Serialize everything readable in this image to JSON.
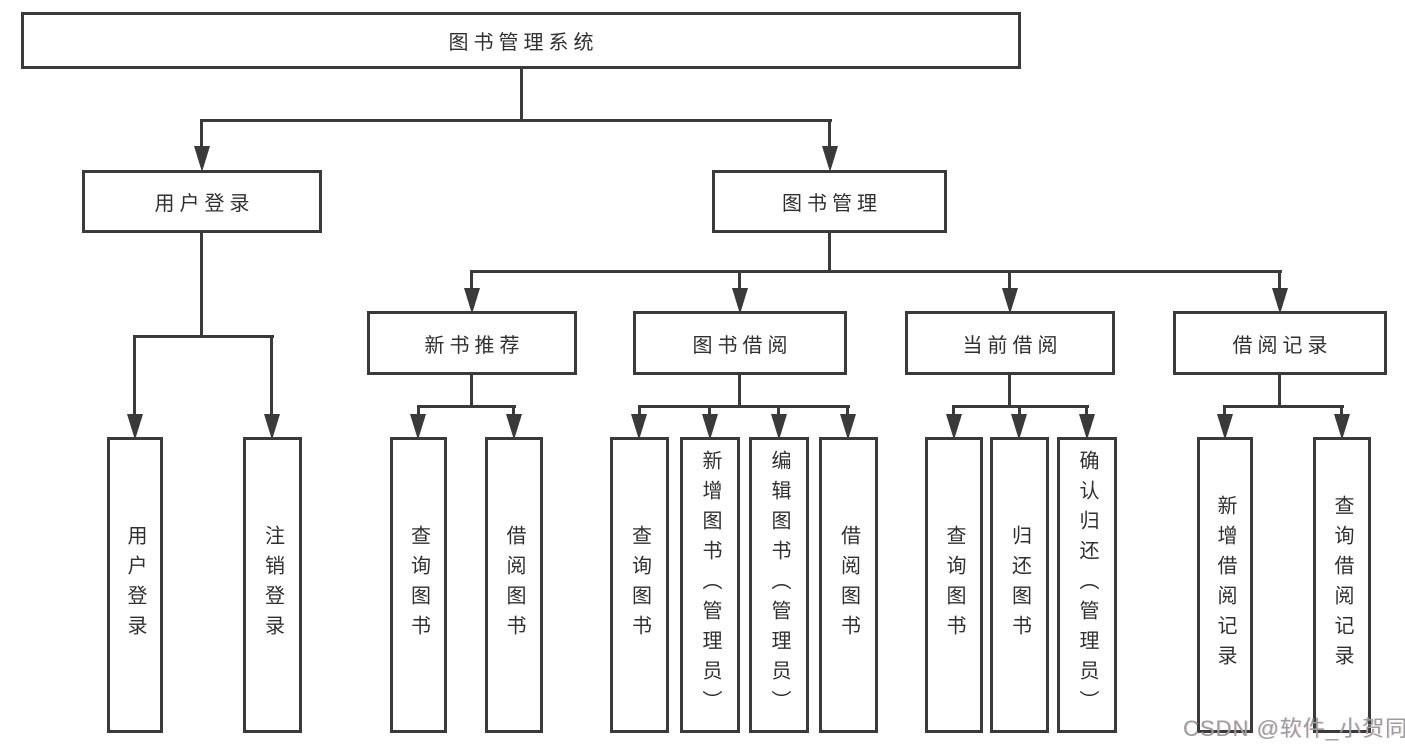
{
  "diagram": {
    "root": {
      "label": "图书管理系统"
    },
    "branches": {
      "user": {
        "label": "用户登录",
        "children": [
          {
            "label": "用户登录"
          },
          {
            "label": "注销登录"
          }
        ]
      },
      "book": {
        "label": "图书管理",
        "sections": [
          {
            "label": "新书推荐",
            "children": [
              {
                "label": "查询图书"
              },
              {
                "label": "借阅图书"
              }
            ]
          },
          {
            "label": "图书借阅",
            "children": [
              {
                "label": "查询图书"
              },
              {
                "label": "新增图书（管理员）"
              },
              {
                "label": "编辑图书（管理员）"
              },
              {
                "label": "借阅图书"
              }
            ]
          },
          {
            "label": "当前借阅",
            "children": [
              {
                "label": "查询图书"
              },
              {
                "label": "归还图书"
              },
              {
                "label": "确认归还（管理员）"
              }
            ]
          },
          {
            "label": "借阅记录",
            "children": [
              {
                "label": "新增借阅记录"
              },
              {
                "label": "查询借阅记录"
              }
            ]
          }
        ]
      }
    }
  },
  "watermark": {
    "text": "CSDN @软件_小贺同学"
  },
  "colors": {
    "line": "#3a3a3a",
    "text": "#303030",
    "box_background": "#ffffff",
    "watermark": "#9a9da1",
    "page_background": "#ffffff"
  }
}
